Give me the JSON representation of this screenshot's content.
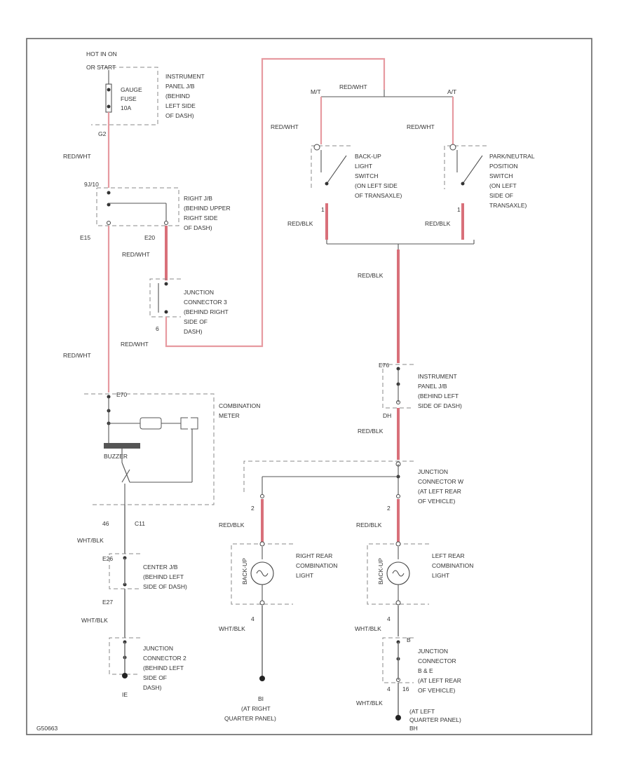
{
  "hot_in_on": [
    "HOT IN ON",
    "OR START"
  ],
  "instrument_panel_jb_top": [
    "INSTRUMENT",
    "PANEL J/B",
    "(BEHIND",
    "LEFT SIDE",
    "OF DASH)"
  ],
  "gauge_fuse": [
    "GAUGE",
    "FUSE",
    "10A"
  ],
  "right_jb": [
    "RIGHT J/B",
    "(BEHIND UPPER",
    "RIGHT SIDE",
    "OF DASH)"
  ],
  "junction_connector_3": [
    "JUNCTION",
    "CONNECTOR 3",
    "(BEHIND RIGHT",
    "SIDE OF",
    "DASH)"
  ],
  "combination_meter": [
    "COMBINATION",
    "METER"
  ],
  "buzzer": "BUZZER",
  "center_jb": [
    "CENTER J/B",
    "(BEHIND LEFT",
    "SIDE OF DASH)"
  ],
  "junction_connector_2": [
    "JUNCTION",
    "CONNECTOR 2",
    "(BEHIND LEFT",
    "SIDE OF",
    "DASH)"
  ],
  "mt": "M/T",
  "at": "A/T",
  "backup_switch": [
    "BACK-UP",
    "LIGHT",
    "SWITCH",
    "(ON LEFT SIDE",
    "OF TRANSAXLE)"
  ],
  "park_neutral_switch": [
    "PARK/NEUTRAL",
    "POSITION",
    "SWITCH",
    "(ON LEFT",
    "SIDE OF",
    "TRANSAXLE)"
  ],
  "instrument_panel_jb_right": [
    "INSTRUMENT",
    "PANEL J/B",
    "(BEHIND LEFT",
    "SIDE OF DASH)"
  ],
  "junction_connector_w": [
    "JUNCTION",
    "CONNECTOR W",
    "(AT LEFT REAR",
    "OF VEHICLE)"
  ],
  "right_rear_combo": [
    "RIGHT REAR",
    "COMBINATION",
    "LIGHT"
  ],
  "left_rear_combo": [
    "LEFT REAR",
    "COMBINATION",
    "LIGHT"
  ],
  "junction_connector_b": [
    "JUNCTION",
    "CONNECTOR",
    "B & E",
    "(AT LEFT REAR",
    "OF VEHICLE)"
  ],
  "ground_right": [
    "BI",
    "(AT RIGHT",
    "QUARTER PANEL)"
  ],
  "ground_left": [
    "(AT LEFT",
    "QUARTER PANEL)",
    "BH"
  ],
  "ground_center": "IE",
  "backup_bulb": "BACK-UP",
  "wire_colors": {
    "red_wht": "RED/WHT",
    "red_blk": "RED/BLK",
    "wht_blk": "WHT/BLK"
  },
  "connector_ids": {
    "c2": "G2",
    "c_9j10": "9J/10",
    "c_e15": "E15",
    "c_e20": "E20",
    "c_6": "6",
    "c_e70": "E70",
    "c_1a": "1",
    "c_1b": "1",
    "c_e76": "E76",
    "c_dh": "DH",
    "c_46": "46",
    "c_c11": "C11",
    "c_e26": "E26",
    "c_e27": "E27",
    "c_2r": "2",
    "c_2l": "2",
    "c_4r": "4",
    "c_4l": "4",
    "c_b6": "B",
    "c_4b": "4",
    "c_16": "16"
  },
  "diagram_id": "G50663"
}
